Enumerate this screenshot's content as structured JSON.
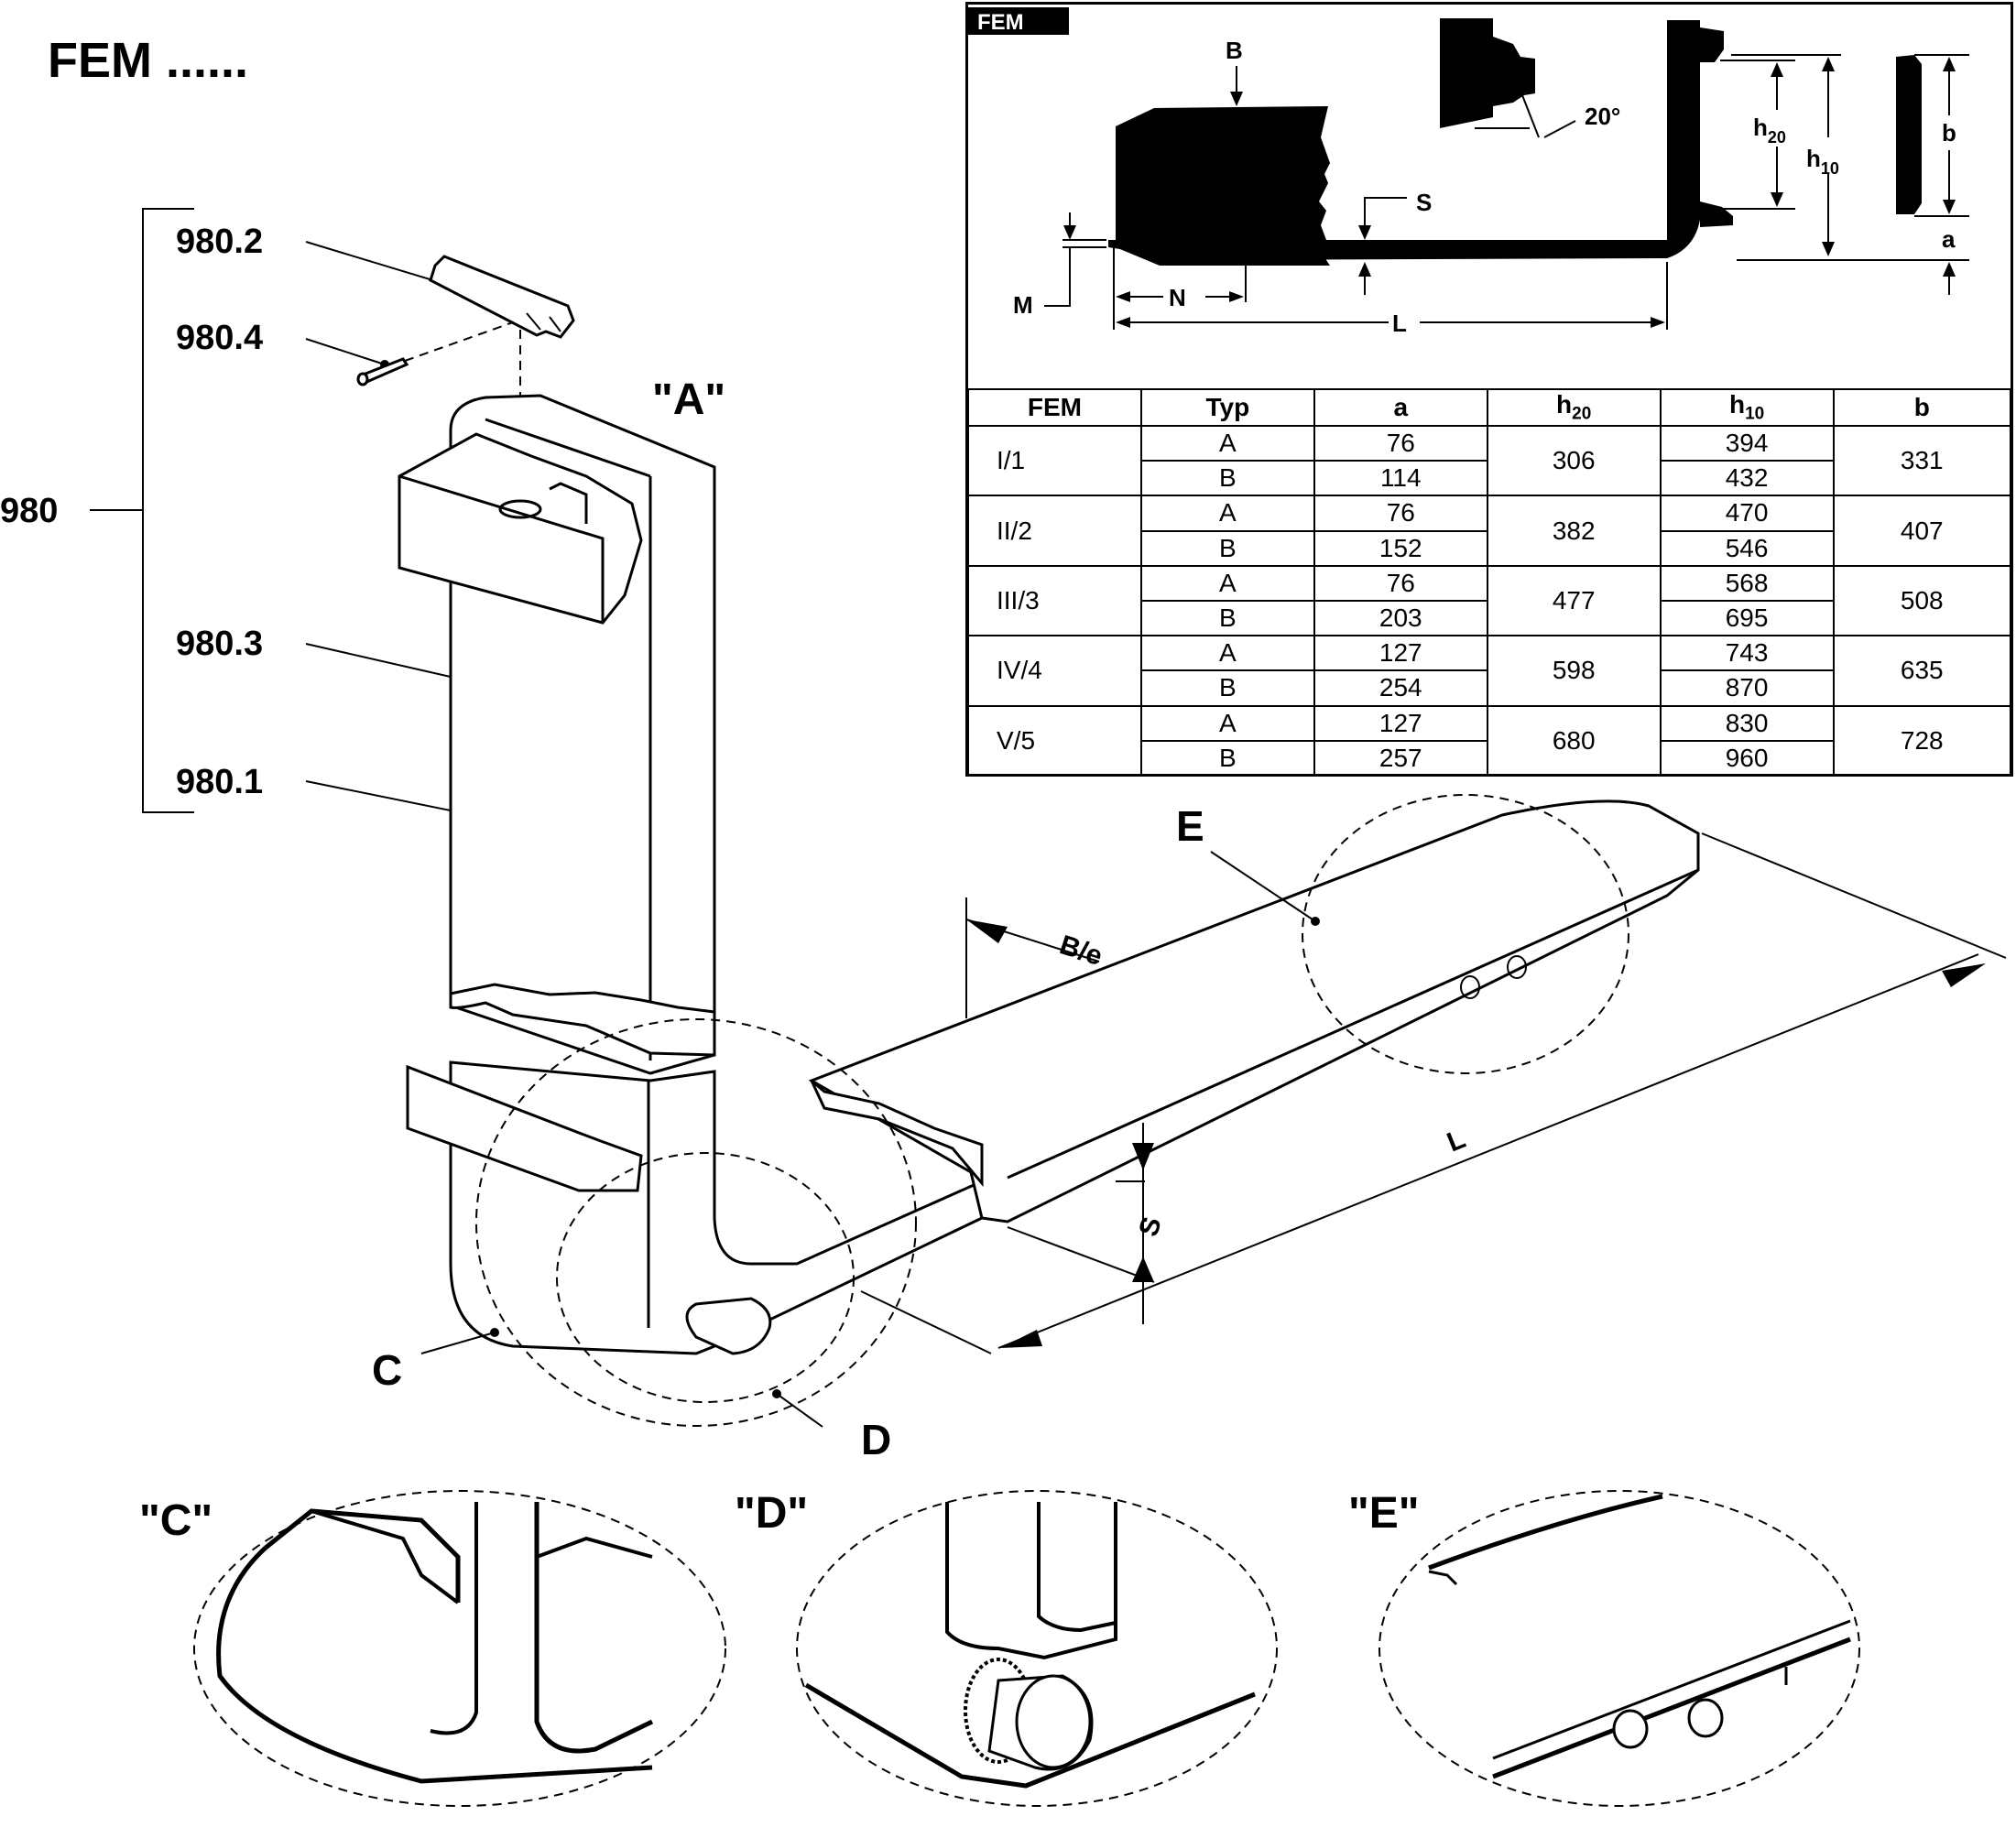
{
  "title": "FEM ......",
  "callouts": {
    "group": "980",
    "p1": "980.2",
    "p2": "980.4",
    "p3": "980.3",
    "p4": "980.1",
    "view_a": "\"A\"",
    "c": "C",
    "d": "D",
    "e": "E",
    "view_c": "\"C\"",
    "view_d": "\"D\"",
    "view_e": "\"E\""
  },
  "dims": {
    "be": "B/e",
    "l": "L",
    "s": "S"
  },
  "inset": {
    "badge": "FEM",
    "b_top": "B",
    "angle": "20°",
    "s": "S",
    "m": "M",
    "n": "N",
    "l": "L",
    "h20": "h",
    "h20_sub": "20",
    "h10": "h",
    "h10_sub": "10",
    "b": "b",
    "a": "a"
  },
  "table": {
    "headers": {
      "fem": "FEM",
      "typ": "Typ",
      "a": "a",
      "h20": "h",
      "h20_sub": "20",
      "h10": "h",
      "h10_sub": "10",
      "b": "b"
    },
    "rows": [
      {
        "fem": "I/1",
        "h20": "306",
        "b": "331",
        "typ_a": "A",
        "a_a": "76",
        "h10_a": "394",
        "typ_b": "B",
        "a_b": "114",
        "h10_b": "432"
      },
      {
        "fem": "II/2",
        "h20": "382",
        "b": "407",
        "typ_a": "A",
        "a_a": "76",
        "h10_a": "470",
        "typ_b": "B",
        "a_b": "152",
        "h10_b": "546"
      },
      {
        "fem": "III/3",
        "h20": "477",
        "b": "508",
        "typ_a": "A",
        "a_a": "76",
        "h10_a": "568",
        "typ_b": "B",
        "a_b": "203",
        "h10_b": "695"
      },
      {
        "fem": "IV/4",
        "h20": "598",
        "b": "635",
        "typ_a": "A",
        "a_a": "127",
        "h10_a": "743",
        "typ_b": "B",
        "a_b": "254",
        "h10_b": "870"
      },
      {
        "fem": "V/5",
        "h20": "680",
        "b": "728",
        "typ_a": "A",
        "a_a": "127",
        "h10_a": "830",
        "typ_b": "B",
        "a_b": "257",
        "h10_b": "960"
      }
    ]
  }
}
